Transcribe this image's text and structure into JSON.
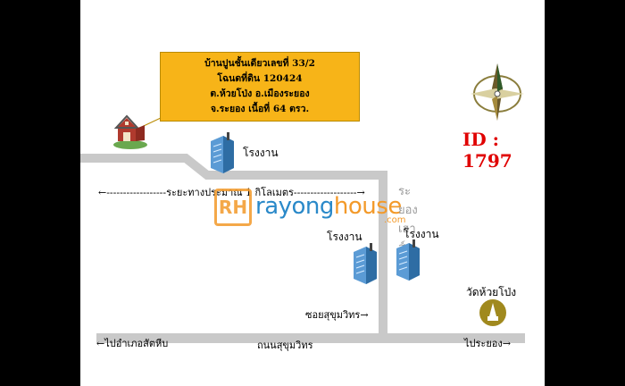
{
  "info_box": {
    "line1": "บ้านปูนชั้นเดียวเลขที่ 33/2",
    "line2": "โฉนดที่ดิน 120424",
    "line3": "ต.ห้วยโป่ง อ.เมืองระยอง",
    "line4": "จ.ระยอง เนื้อที่ 64 ตรว."
  },
  "listing_id": "ID : 1797",
  "factory_label": "โรงงาน",
  "distance_label": "←------------------ระยะทางประมาณ 1 กิโลเมตร-------------------→",
  "soi_label": "ซอยสุขุมวิทร→",
  "temple_label": "วัดห้วยโป่ง",
  "main_road": {
    "left_label": "←ไปอำเภอสัตหีบ",
    "center_label": "ถนนสุขุมวิทร",
    "right_label": "ไประยอง→"
  },
  "watermark": {
    "logo": "RH",
    "brand_a": "rayong",
    "brand_b": "house",
    "suffix": ".com",
    "top_text": "ระยองเฮาส์"
  },
  "colors": {
    "road": "#c9c9c9",
    "info_box": "#f7b418",
    "id_text": "#e00000",
    "brand_blue": "#2a89c9",
    "brand_orange": "#f39a2a"
  },
  "icons": [
    "compass-icon",
    "barn-house-icon",
    "factory-building-icon",
    "temple-icon"
  ]
}
